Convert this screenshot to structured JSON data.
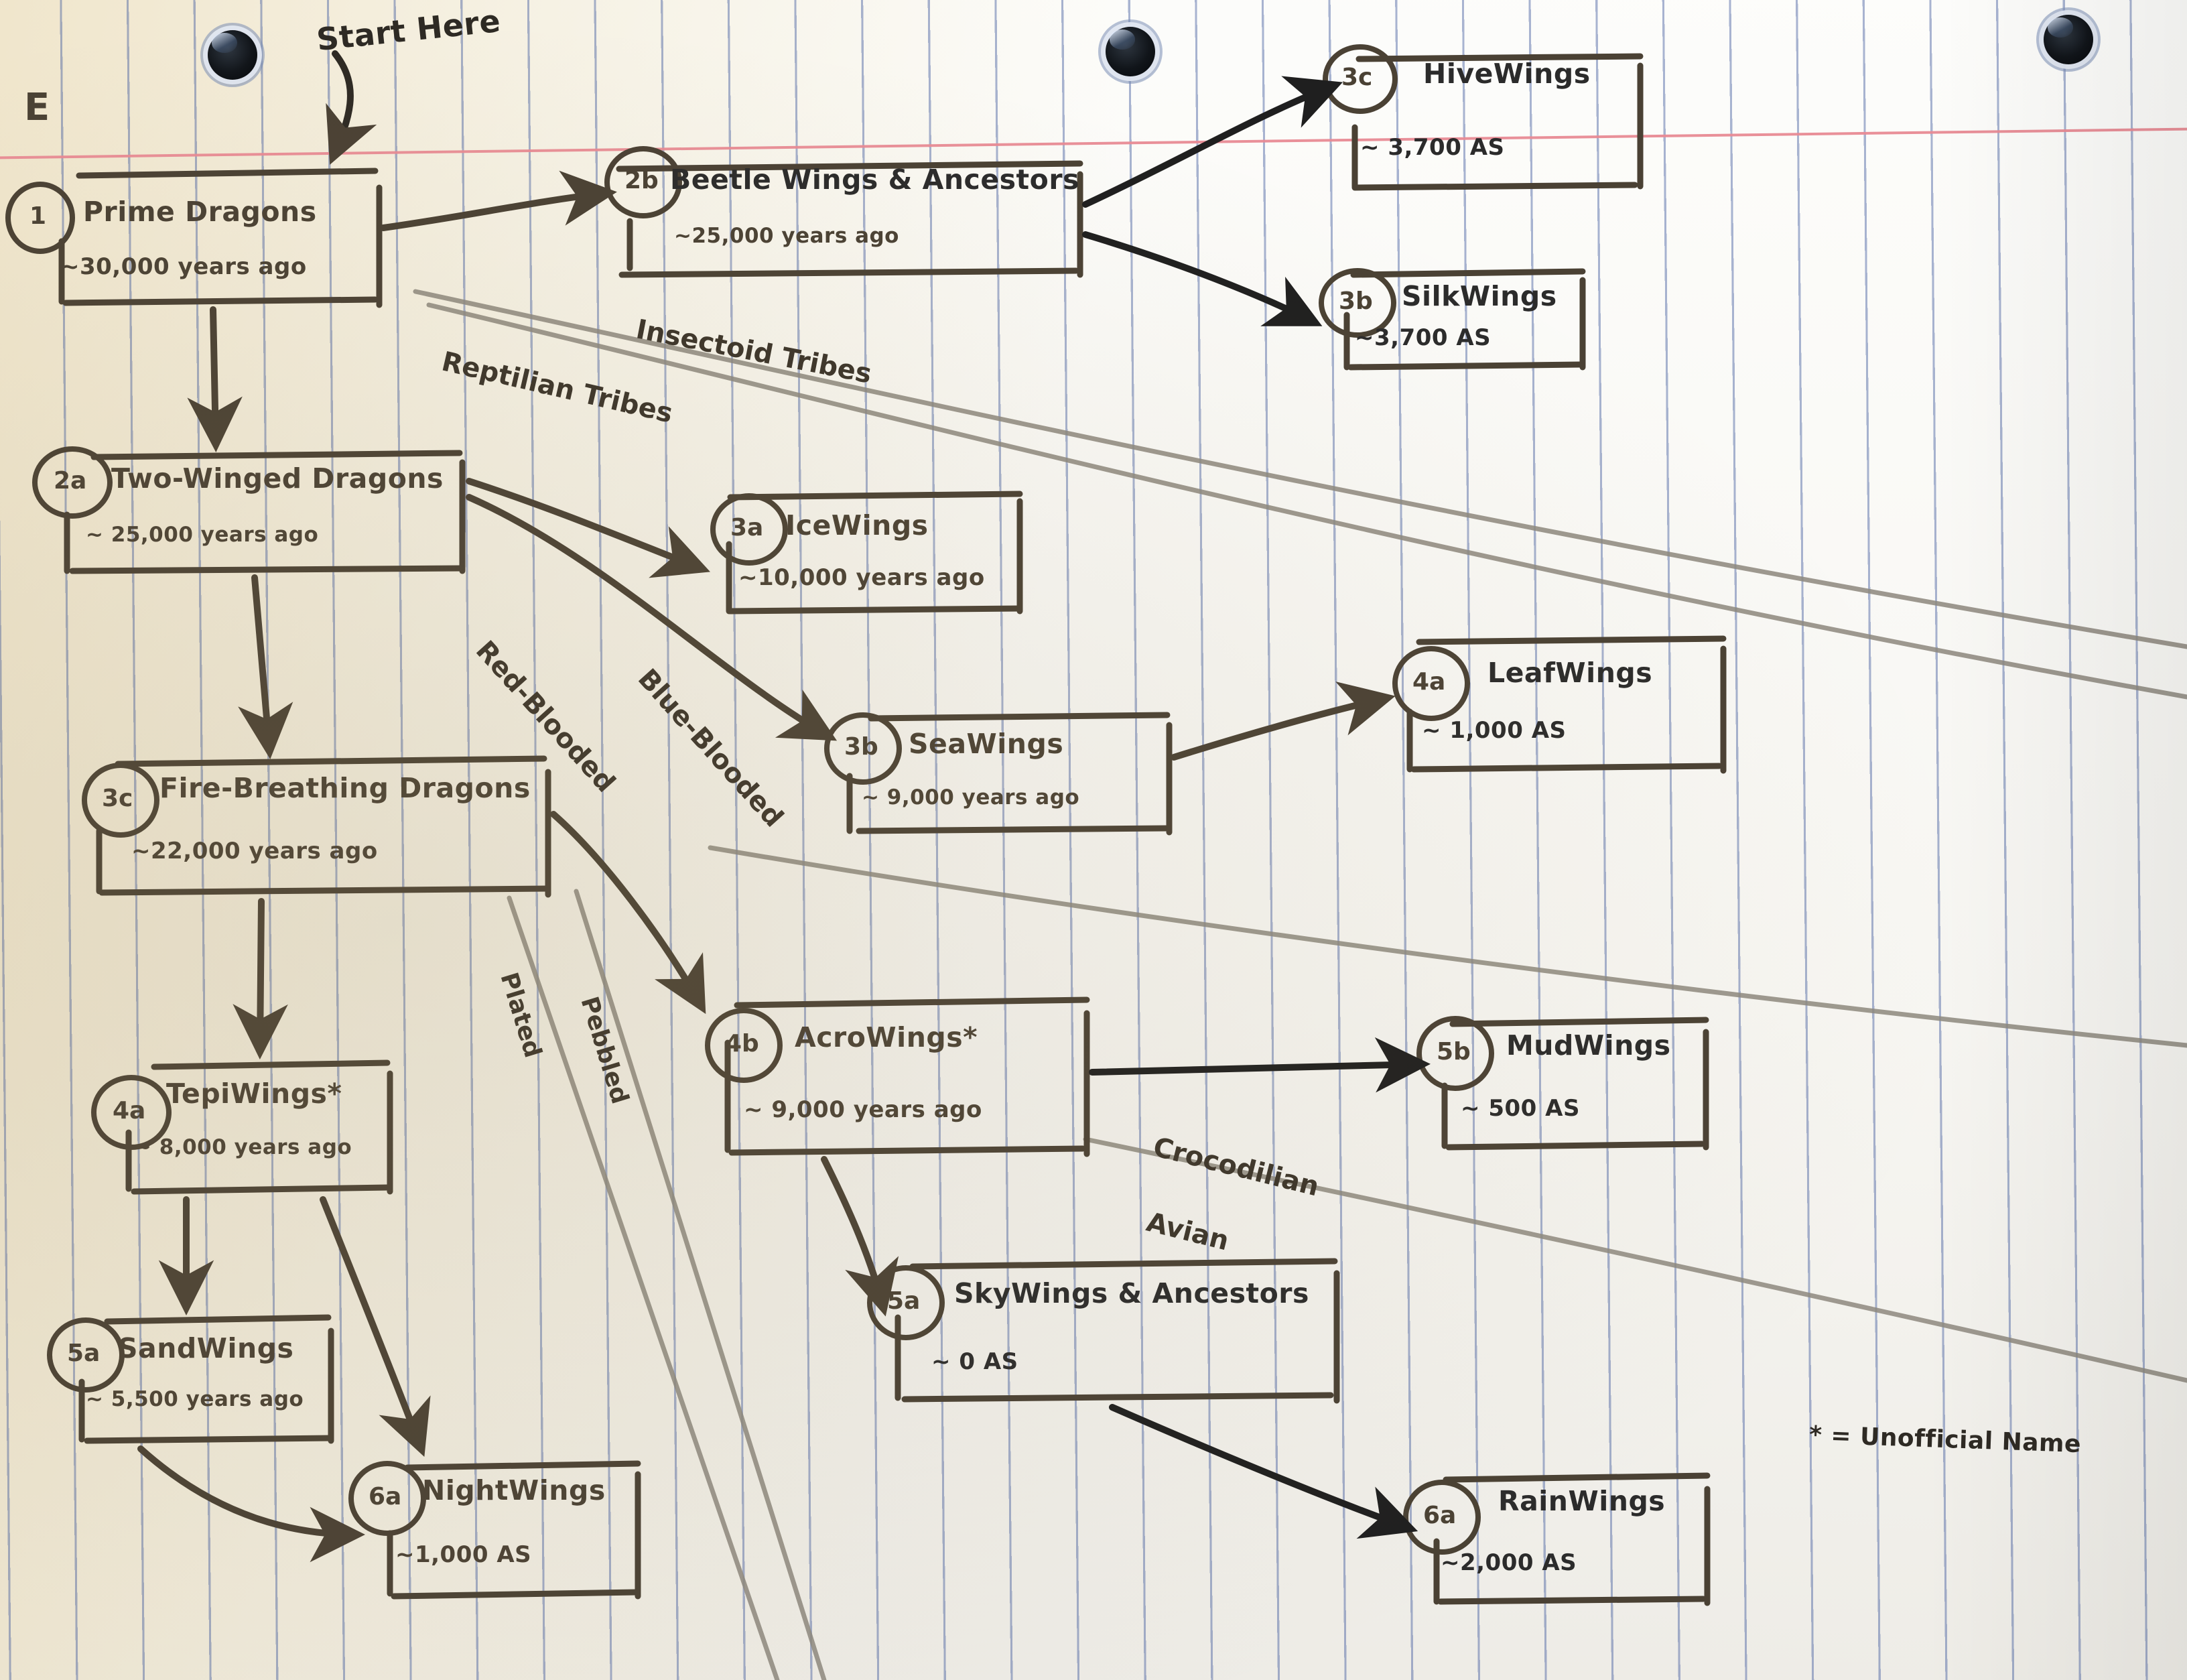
{
  "meta": {
    "page_label": "E",
    "start_label": "Start Here",
    "footnote": "* = Unofficial Name"
  },
  "nodes": [
    {
      "id": "1",
      "tag": "1",
      "title": "Prime Dragons",
      "date": "~30,000 years ago"
    },
    {
      "id": "2a",
      "tag": "2a",
      "title": "Two-Winged Dragons",
      "date": "~ 25,000 years ago"
    },
    {
      "id": "2b",
      "tag": "2b",
      "title": "Beetle Wings & Ancestors",
      "date": "~25,000 years ago"
    },
    {
      "id": "3a",
      "tag": "3a",
      "title": "IceWings",
      "date": "~10,000 years ago"
    },
    {
      "id": "3b",
      "tag": "3b",
      "title": "SeaWings",
      "date": "~ 9,000 years ago"
    },
    {
      "id": "3c",
      "tag": "3c",
      "title": "Fire-Breathing Dragons",
      "date": "~22,000 years ago"
    },
    {
      "id": "3c-hive",
      "tag": "3c",
      "title": "HiveWings",
      "date": "~ 3,700 AS"
    },
    {
      "id": "3b-silk",
      "tag": "3b",
      "title": "SilkWings",
      "date": "~3,700 AS"
    },
    {
      "id": "4a",
      "tag": "4a",
      "title": "TepiWings*",
      "date": "~ 8,000 years ago"
    },
    {
      "id": "4a-leaf",
      "tag": "4a",
      "title": "LeafWings",
      "date": "~ 1,000 AS"
    },
    {
      "id": "4b",
      "tag": "4b",
      "title": "AcroWings*",
      "date": "~ 9,000 years ago"
    },
    {
      "id": "5a",
      "tag": "5a",
      "title": "SandWings",
      "date": "~ 5,500 years ago"
    },
    {
      "id": "5a-sky",
      "tag": "5a",
      "title": "SkyWings & Ancestors",
      "date": "~  0 AS"
    },
    {
      "id": "5b",
      "tag": "5b",
      "title": "MudWings",
      "date": "~ 500 AS"
    },
    {
      "id": "6a",
      "tag": "6a",
      "title": "NightWings",
      "date": "~1,000 AS"
    },
    {
      "id": "6a-rain",
      "tag": "6a",
      "title": "RainWings",
      "date": "~2,000 AS"
    }
  ],
  "branch_labels": [
    {
      "id": "insectoid",
      "text": "Insectoid Tribes"
    },
    {
      "id": "reptilian",
      "text": "Reptilian Tribes"
    },
    {
      "id": "red-blooded",
      "text": "Red-Blooded"
    },
    {
      "id": "blue-blooded",
      "text": "Blue-Blooded"
    },
    {
      "id": "plated",
      "text": "Plated"
    },
    {
      "id": "pebbled",
      "text": "Pebbled"
    },
    {
      "id": "crocodilian",
      "text": "Crocodilian"
    },
    {
      "id": "avian",
      "text": "Avian"
    }
  ],
  "colors": {
    "ink": "#4a4134",
    "dark_ink": "#2b2b2b",
    "pencil": "#8a857c",
    "rule_blue": "#465fa0",
    "margin_red": "#e88a93",
    "paper": "#f7f6f2"
  }
}
